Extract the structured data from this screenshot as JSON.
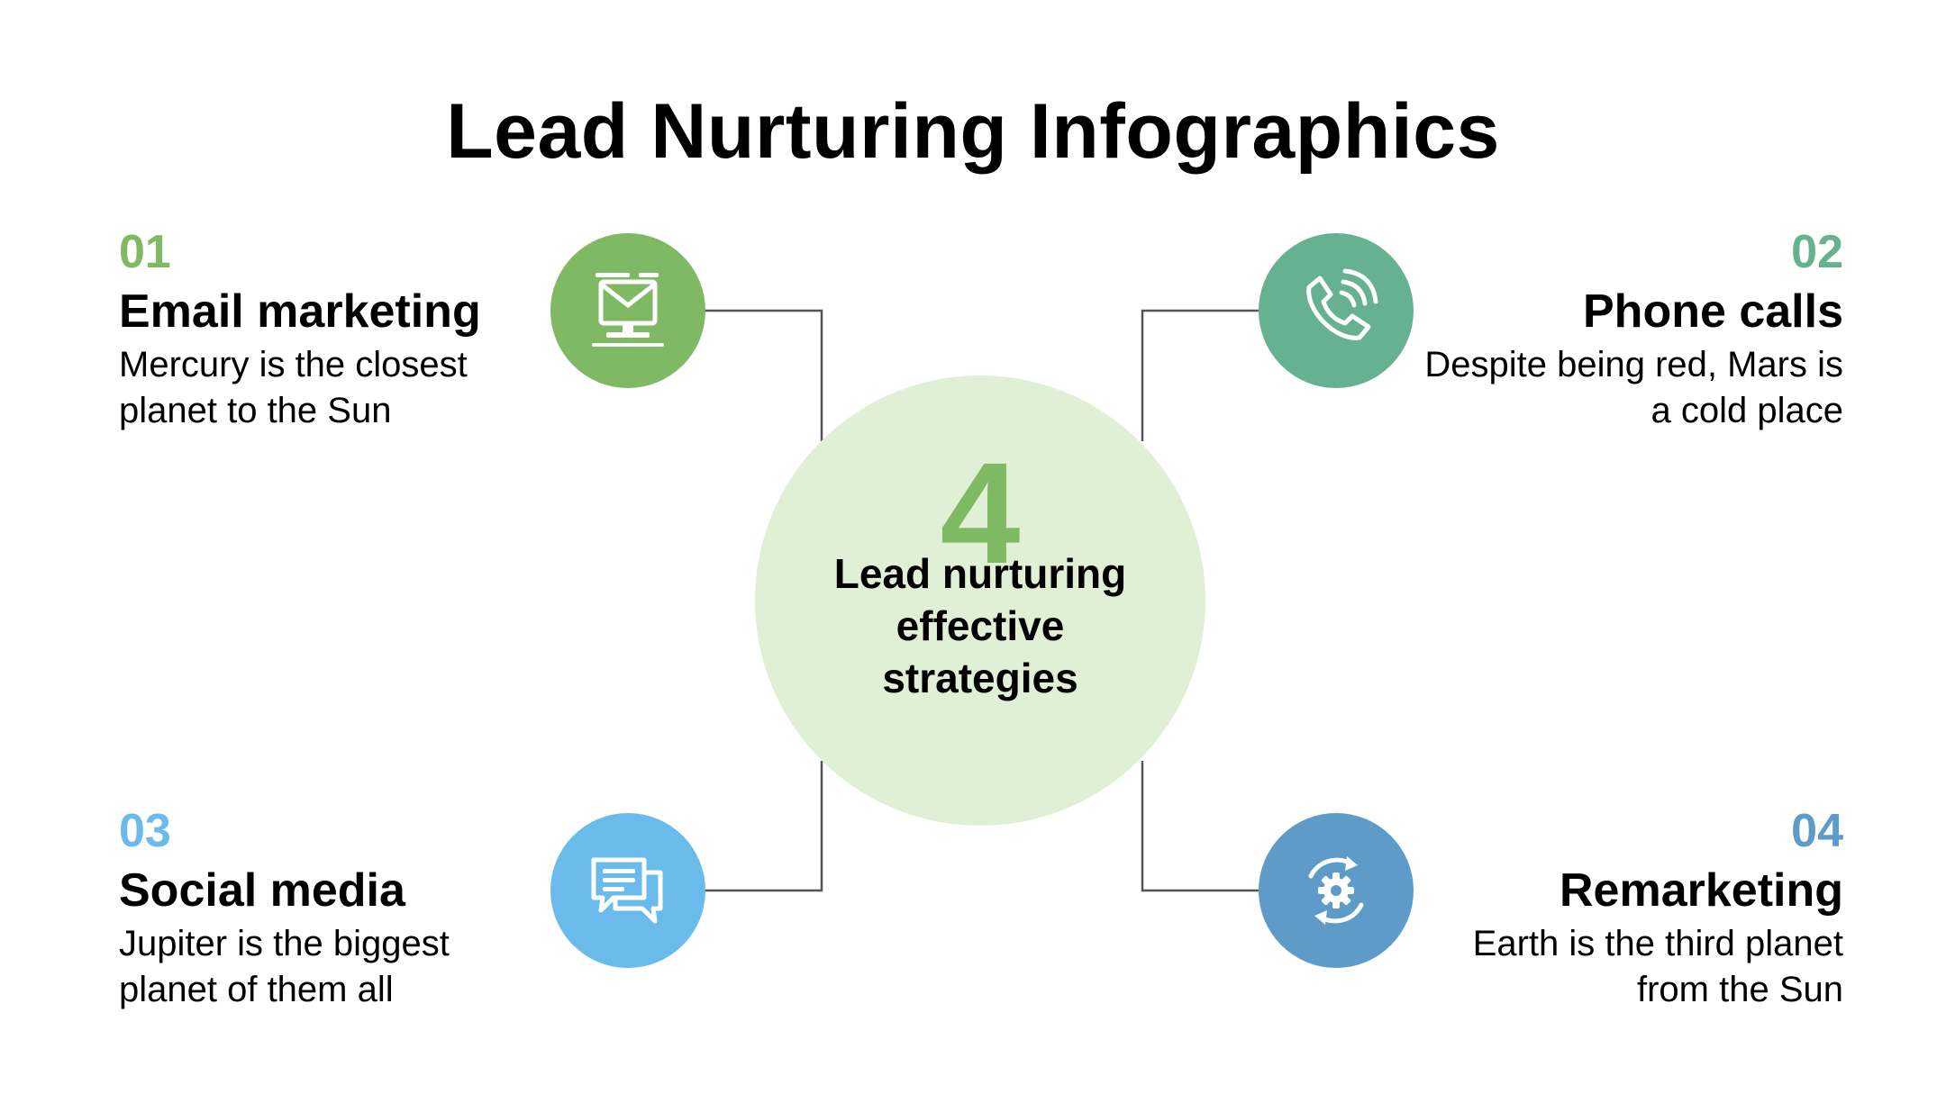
{
  "title": "Lead Nurturing Infographics",
  "colors": {
    "email": "#80b964",
    "phone": "#66b190",
    "social": "#6bbaec",
    "remarketing": "#5e9bc9",
    "center_fill": "#e0f0d6",
    "center_number": "#80b964",
    "connector": "#555555",
    "text": "#000000"
  },
  "center": {
    "number": "4",
    "label": "Lead nurturing effective strategies"
  },
  "items": [
    {
      "num": "01",
      "title": "Email marketing",
      "desc": "Mercury is the closest planet to the Sun",
      "icon": "email-marketing-icon"
    },
    {
      "num": "02",
      "title": "Phone calls",
      "desc": "Despite being red, Mars is a cold place",
      "icon": "phone-call-icon"
    },
    {
      "num": "03",
      "title": "Social media",
      "desc": "Jupiter is the biggest planet of them all",
      "icon": "chat-bubbles-icon"
    },
    {
      "num": "04",
      "title": "Remarketing",
      "desc": "Earth is the third planet from the Sun",
      "icon": "cycle-gear-icon"
    }
  ]
}
